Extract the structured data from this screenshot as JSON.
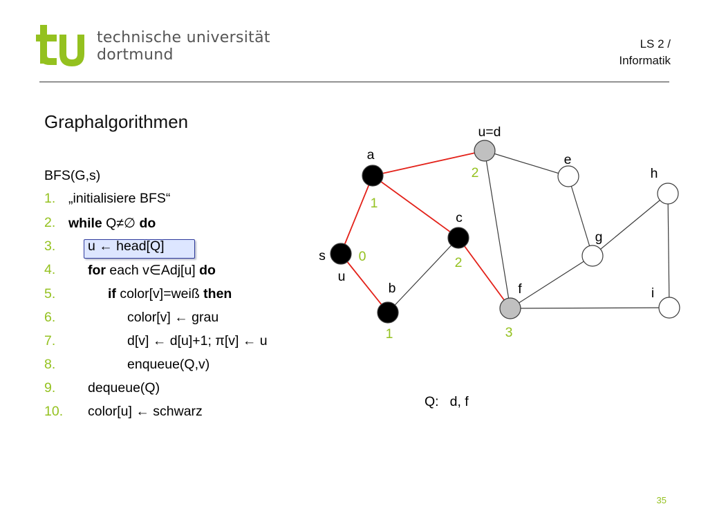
{
  "header": {
    "university_line1": "technische universität",
    "university_line2": "dortmund",
    "chair_line1": "LS 2 /",
    "chair_line2": "Informatik"
  },
  "slide": {
    "title": "Graphalgorithmen",
    "signature": "BFS(G,s)",
    "page_number": "35"
  },
  "colors": {
    "accent_green": "#94c11f",
    "tree_edge_red": "#e32119",
    "black_node": "#000000",
    "gray_node": "#c0c0c0",
    "white_node": "#ffffff",
    "highlight_fill": "#dde6ff",
    "highlight_border": "#2f3b9c"
  },
  "code": [
    {
      "num": "1.",
      "parts": [
        {
          "t": "„initialisiere BFS“",
          "b": false
        }
      ]
    },
    {
      "num": "2.",
      "parts": [
        {
          "t": "while",
          "b": true
        },
        {
          "t": " Q≠∅ ",
          "b": false
        },
        {
          "t": "do",
          "b": true
        }
      ]
    },
    {
      "num": "3.",
      "parts": [
        {
          "t": "u ← head[Q]",
          "b": false
        }
      ],
      "highlighted": true
    },
    {
      "num": "4.",
      "parts": [
        {
          "t": "for",
          "b": true
        },
        {
          "t": " each v∈Adj[u] ",
          "b": false
        },
        {
          "t": "do",
          "b": true
        }
      ]
    },
    {
      "num": "5.",
      "parts": [
        {
          "t": "if",
          "b": true
        },
        {
          "t": " color[v]=weiß ",
          "b": false
        },
        {
          "t": "then",
          "b": true
        }
      ]
    },
    {
      "num": "6.",
      "parts": [
        {
          "t": "color[v] ← grau",
          "b": false
        }
      ]
    },
    {
      "num": "7.",
      "parts": [
        {
          "t": "d[v] ← d[u]+1; π[v] ← u",
          "b": false
        }
      ]
    },
    {
      "num": "8.",
      "parts": [
        {
          "t": "enqueue(Q,v)",
          "b": false
        }
      ]
    },
    {
      "num": "9.",
      "parts": [
        {
          "t": "dequeue(Q)",
          "b": false
        }
      ]
    },
    {
      "num": "10.",
      "parts": [
        {
          "t": "color[u] ← schwarz",
          "b": false
        }
      ]
    }
  ],
  "graph": {
    "nodes": [
      {
        "id": "s",
        "label": "s",
        "state": "black",
        "distance": "0",
        "extra_label": "u"
      },
      {
        "id": "a",
        "label": "a",
        "state": "black",
        "distance": "1"
      },
      {
        "id": "b",
        "label": "b",
        "state": "black",
        "distance": "1"
      },
      {
        "id": "c",
        "label": "c",
        "state": "black",
        "distance": "2"
      },
      {
        "id": "d",
        "label": "u=d",
        "state": "gray",
        "distance": "2"
      },
      {
        "id": "e",
        "label": "e",
        "state": "white",
        "distance": ""
      },
      {
        "id": "f",
        "label": "f",
        "state": "gray",
        "distance": "3"
      },
      {
        "id": "g",
        "label": "g",
        "state": "white",
        "distance": ""
      },
      {
        "id": "h",
        "label": "h",
        "state": "white",
        "distance": ""
      },
      {
        "id": "i",
        "label": "i",
        "state": "white",
        "distance": ""
      }
    ],
    "edges": [
      {
        "from": "s",
        "to": "a",
        "tree": true
      },
      {
        "from": "s",
        "to": "b",
        "tree": true
      },
      {
        "from": "a",
        "to": "d",
        "tree": true
      },
      {
        "from": "a",
        "to": "c",
        "tree": true
      },
      {
        "from": "c",
        "to": "f",
        "tree": true
      },
      {
        "from": "b",
        "to": "c",
        "tree": false
      },
      {
        "from": "d",
        "to": "e",
        "tree": false
      },
      {
        "from": "d",
        "to": "f",
        "tree": false
      },
      {
        "from": "e",
        "to": "g",
        "tree": false
      },
      {
        "from": "g",
        "to": "f",
        "tree": false
      },
      {
        "from": "g",
        "to": "h",
        "tree": false
      },
      {
        "from": "h",
        "to": "i",
        "tree": false
      },
      {
        "from": "f",
        "to": "i",
        "tree": false
      }
    ]
  },
  "queue": {
    "label": "Q:",
    "value": "d, f"
  }
}
